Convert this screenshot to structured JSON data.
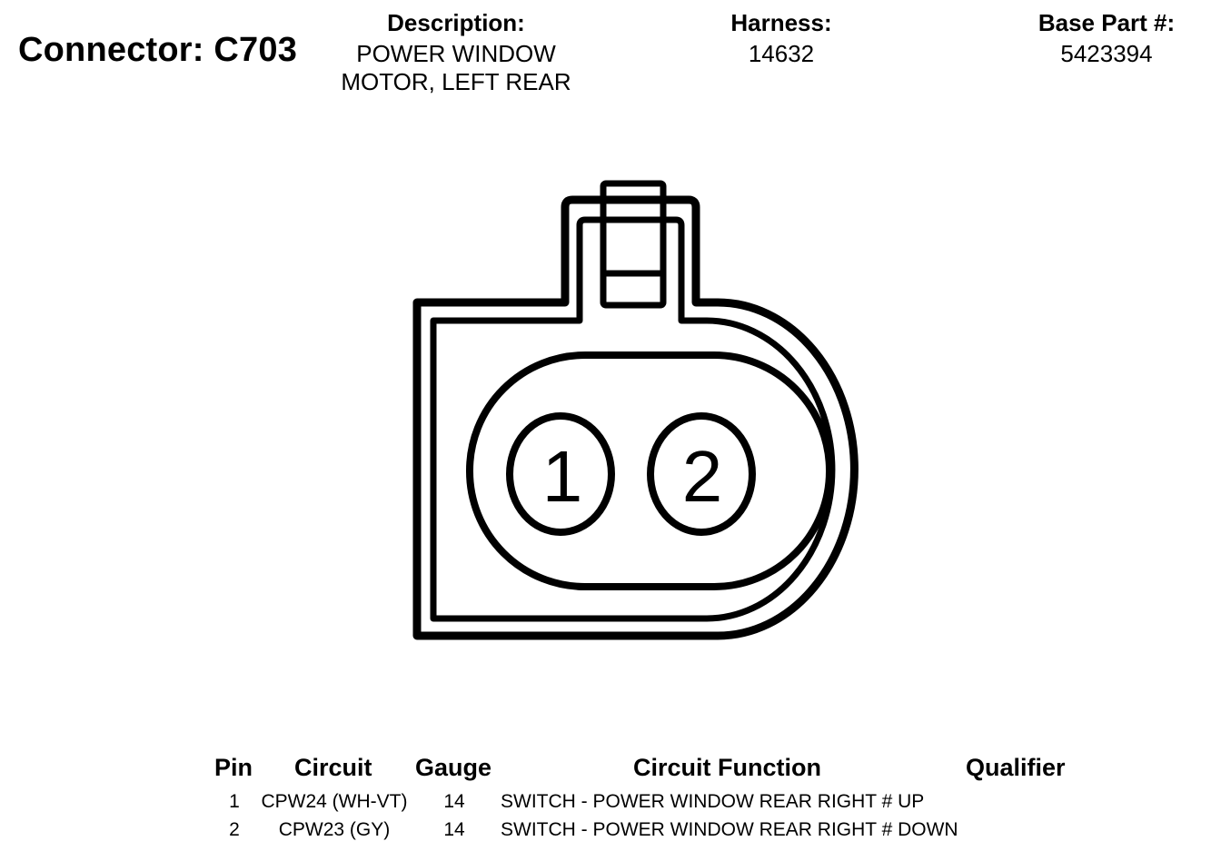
{
  "connector": {
    "title": "Connector: C703",
    "description_label": "Description:",
    "description_lines": [
      "POWER WINDOW",
      "MOTOR, LEFT REAR"
    ],
    "harness_label": "Harness:",
    "harness_value": "14632",
    "base_part_label": "Base Part #:",
    "base_part_value": "5423394"
  },
  "diagram": {
    "pins": [
      {
        "number": "1"
      },
      {
        "number": "2"
      }
    ]
  },
  "table": {
    "headers": {
      "pin": "Pin",
      "circuit": "Circuit",
      "gauge": "Gauge",
      "function": "Circuit Function",
      "qualifier": "Qualifier"
    },
    "rows": [
      {
        "pin": "1",
        "circuit": "CPW24 (WH-VT)",
        "gauge": "14",
        "function": "SWITCH - POWER WINDOW REAR RIGHT # UP",
        "qualifier": ""
      },
      {
        "pin": "2",
        "circuit": "CPW23 (GY)",
        "gauge": "14",
        "function": "SWITCH - POWER WINDOW REAR RIGHT # DOWN",
        "qualifier": ""
      }
    ]
  }
}
